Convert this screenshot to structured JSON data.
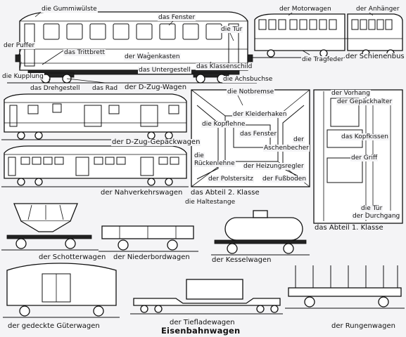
{
  "title": "Eisenbahnwagen",
  "d_zug": {
    "gummiwuelste": "die Gummiwülste",
    "fenster": "das Fenster",
    "tuer": "die Tür",
    "puffer": "der Puffer",
    "trittbrett": "das Trittbrett",
    "wagenkasten": "der Wagenkasten",
    "klassenschild": "das Klassenschild",
    "kupplung": "die Kupplung",
    "untergestell": "das Untergestell",
    "achsbuchse": "die Achsbuchse",
    "drehgestell": "das Drehgestell",
    "rad": "das Rad",
    "name": "der D-Zug-Wagen"
  },
  "schienenbus": {
    "motorwagen": "der Motorwagen",
    "anhaenger": "der Anhänger",
    "tragfeder": "die Tragfeder",
    "name": "der Schienenbus"
  },
  "gepaeck": {
    "name": "der D-Zug-Gepäckwagen"
  },
  "nahverkehr": {
    "name": "der Nahverkehrswagen"
  },
  "abteil2": {
    "notbremse": "die Notbremse",
    "kleiderhaken": "der Kleiderhaken",
    "kopflehne": "die Kopflehne",
    "fenster": "das Fenster",
    "der": "der",
    "aschenbecher": "Aschenbecher",
    "die": "die",
    "rueckenlehne": "Rückenlehne",
    "heizungsregler": "der Heizungsregler",
    "polstersitz": "der Polstersitz",
    "fussboden": "der Fußboden",
    "name": "das Abteil 2. Klasse"
  },
  "abteil1": {
    "vorhang": "der Vorhang",
    "gepaeckhalter": "der Gepäckhalter",
    "kopfkissen": "das Kopfkissen",
    "griff": "der Griff",
    "die_tuer": "die Tür",
    "durchgang": "der Durchgang",
    "name": "das Abteil 1. Klasse"
  },
  "haltestange": "die Haltestange",
  "schotter": {
    "name": "der Schotterwagen"
  },
  "niederbord": {
    "name": "der Niederbordwagen"
  },
  "kessel": {
    "name": "der Kesselwagen"
  },
  "gueter": {
    "name": "der gedeckte Güterwagen"
  },
  "tieflade": {
    "name": "der Tiefladewagen"
  },
  "rungen": {
    "name": "der Rungenwagen"
  },
  "colors": {
    "ink": "#111111",
    "paper": "#f4f4f6"
  }
}
